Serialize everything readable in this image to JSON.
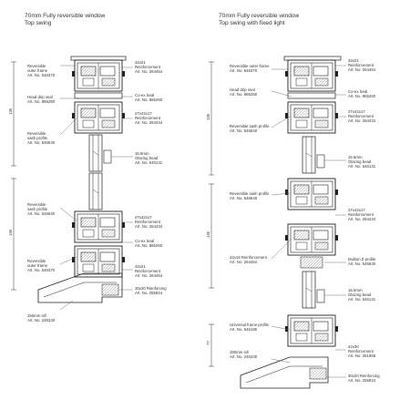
{
  "left_panel": {
    "title": "70mm Fully reversible window",
    "subtitle": "Top swing",
    "dims": {
      "upper": "136",
      "lower": "136"
    },
    "labels_left": {
      "outer_frame_top": [
        "Reversible",
        "outer frame",
        "Art. No. 546370"
      ],
      "head_drip_seal": [
        "Head drip seal",
        "Art. No. 865250"
      ],
      "sash_profile_top": [
        "Reversible",
        "sash profile",
        "Art. No. 546540"
      ],
      "sash_profile_bottom": [
        "Reversible",
        "sash profile",
        "Art. No. 546540"
      ],
      "outer_frame_bottom": [
        "Reversible",
        "outer frame",
        "Art. No. 546370"
      ],
      "sill": [
        "150mm sill",
        "Art. No. 246330"
      ]
    },
    "labels_right": {
      "reinf_42x21_top": [
        "42x21",
        "Reinforcement",
        "Art. No. 264464"
      ],
      "coex_seal_top": [
        "Co-ex Seal",
        "Art. No. 865260"
      ],
      "reinf_27x42_top": [
        "27x42x17",
        "Reinforcement",
        "Art. No. 264434"
      ],
      "glazing_bead": [
        "16.5mm",
        "Glazing bead",
        "Art. No. 546131"
      ],
      "reinf_27x42_bottom": [
        "27x42x17",
        "Reinforcement",
        "Art. No. 264434"
      ],
      "coex_seal_bottom": [
        "Co-ex Seal",
        "Art. No. 865260"
      ],
      "reinf_42x21_bottom": [
        "42x21",
        "Reinforcement",
        "Art. No. 264464"
      ],
      "reinf_30x20": [
        "30x20 Reinforcing",
        "Art. No. 255924"
      ]
    }
  },
  "right_panel": {
    "title": "70mm Fully reversible window",
    "subtitle": "Top swing with fixed light",
    "dims": {
      "upper": "136",
      "lower": "136",
      "bottom": "77"
    },
    "labels_left": {
      "outer_frame": [
        "Reversible outer frame",
        "Art. No. 546370"
      ],
      "head_drip_seal": [
        "Head drip seal",
        "Art. No. 865250"
      ],
      "sash_profile_top": [
        "Reversible sash profile",
        "Art. No. 546540"
      ],
      "sash_profile_mid": [
        "Reversible sash profile",
        "Art. No. 546540"
      ],
      "reinf_42x16": [
        "42x16 Reinforcement",
        "Art. No. 264464"
      ],
      "universal_frame": [
        "Universal frame profile",
        "Art. No. 546185"
      ],
      "sill": [
        "150mm sill",
        "Art. No. 246330"
      ]
    },
    "labels_right": {
      "reinf_42x21": [
        "42x21",
        "Reinforcement",
        "Art. No. 264464"
      ],
      "coex_seal": [
        "Co-ex Seal",
        "Art. No. 865260"
      ],
      "reinf_27x42_top": [
        "27x42x17",
        "Reinforcement",
        "Art. No. 264434"
      ],
      "glazing_bead_top": [
        "16.5mm",
        "Glazing bead",
        "Art. No. 546131"
      ],
      "reinf_27x42_mid": [
        "27x42x17",
        "Reinforcement",
        "Art. No. 264434"
      ],
      "mullion": [
        "Mullion Z profile",
        "Art. No. 546630"
      ],
      "glazing_bead_bottom": [
        "16.5mm",
        "Glazing bead",
        "Art. No. 546131"
      ],
      "reinf_42x30": [
        "42x30",
        "Reinforcement",
        "Art. No. 261958"
      ],
      "reinf_30x20": [
        "30x20 Reinforcing",
        "Art. No. 255924"
      ]
    }
  }
}
